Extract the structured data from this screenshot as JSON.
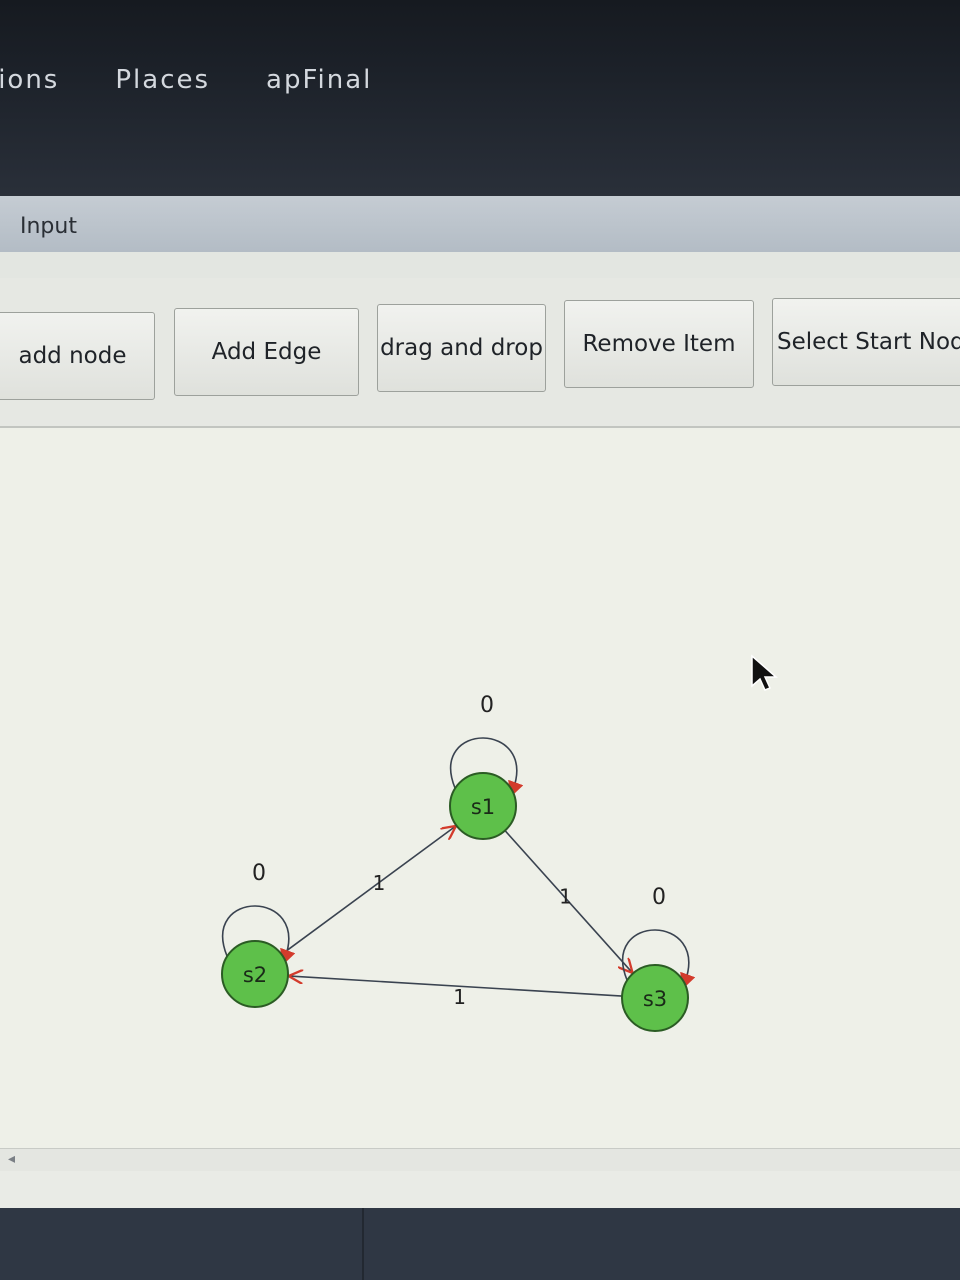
{
  "topbar": {
    "menu": [
      {
        "label": "tions"
      },
      {
        "label": "Places"
      },
      {
        "label": "apFinal"
      }
    ]
  },
  "window": {
    "title": "Input"
  },
  "toolbar": {
    "buttons": [
      {
        "label": "add node"
      },
      {
        "label": "Add Edge"
      },
      {
        "label": "drag and drop"
      },
      {
        "label": "Remove Item"
      },
      {
        "label": "Select Start Nod"
      }
    ]
  },
  "graph": {
    "colors": {
      "node_fill": "#5ec04a",
      "node_stroke": "#2b5c24",
      "edge": "#3a4350",
      "arrow": "#d33b2c"
    },
    "nodes": [
      {
        "id": "s1",
        "label": "s1"
      },
      {
        "id": "s2",
        "label": "s2"
      },
      {
        "id": "s3",
        "label": "s3"
      }
    ],
    "edges": [
      {
        "from": "s2",
        "to": "s1",
        "label": "1"
      },
      {
        "from": "s1",
        "to": "s3",
        "label": "1"
      },
      {
        "from": "s3",
        "to": "s2",
        "label": "1"
      },
      {
        "from": "s1",
        "to": "s1",
        "label": "0"
      },
      {
        "from": "s2",
        "to": "s2",
        "label": "0"
      },
      {
        "from": "s3",
        "to": "s3",
        "label": "0"
      }
    ]
  }
}
